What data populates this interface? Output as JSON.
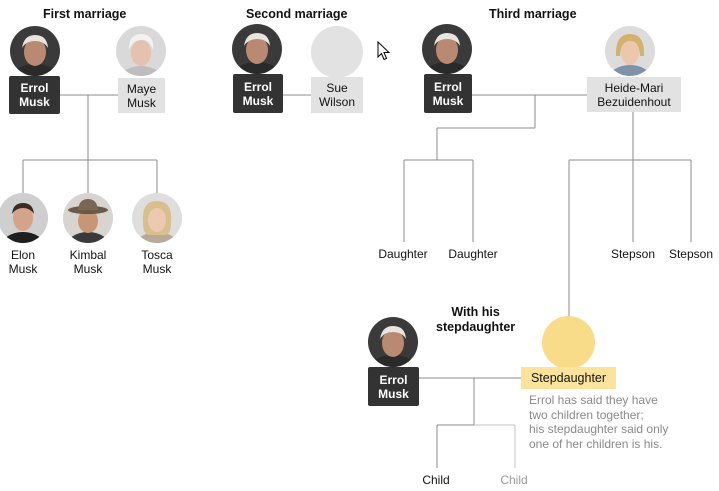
{
  "headings": {
    "first": "First marriage",
    "second": "Second marriage",
    "third": "Third marriage",
    "stepdaughter_line1": "With his",
    "stepdaughter_line2": "stepdaughter"
  },
  "people": {
    "errol": {
      "line1": "Errol",
      "line2": "Musk"
    },
    "maye": {
      "line1": "Maye",
      "line2": "Musk"
    },
    "sue": {
      "line1": "Sue",
      "line2": "Wilson"
    },
    "heide": {
      "line1": "Heide-Mari",
      "line2": "Bezuidenhout"
    },
    "stepdaughter": "Stepdaughter"
  },
  "children": {
    "elon": {
      "line1": "Elon",
      "line2": "Musk"
    },
    "kimbal": {
      "line1": "Kimbal",
      "line2": "Musk"
    },
    "tosca": {
      "line1": "Tosca",
      "line2": "Musk"
    },
    "daughter": "Daughter",
    "stepson": "Stepson",
    "child": "Child"
  },
  "note": {
    "line1": "Errol has said they have",
    "line2": "two children together;",
    "line3": "his stepdaughter said only",
    "line4": "one of her children is his."
  },
  "colors": {
    "dark_box": "#333333",
    "light_box": "#e2e2e2",
    "highlight": "#fbe39c",
    "highlight_circle": "#f9dc8a",
    "line": "#8c8c8c",
    "muted_line": "#c4c4c4",
    "muted_text": "#999999"
  },
  "icons": {
    "portrait": "person-photo-icon",
    "placeholder": "person-placeholder-icon",
    "cursor": "mouse-pointer-icon"
  }
}
